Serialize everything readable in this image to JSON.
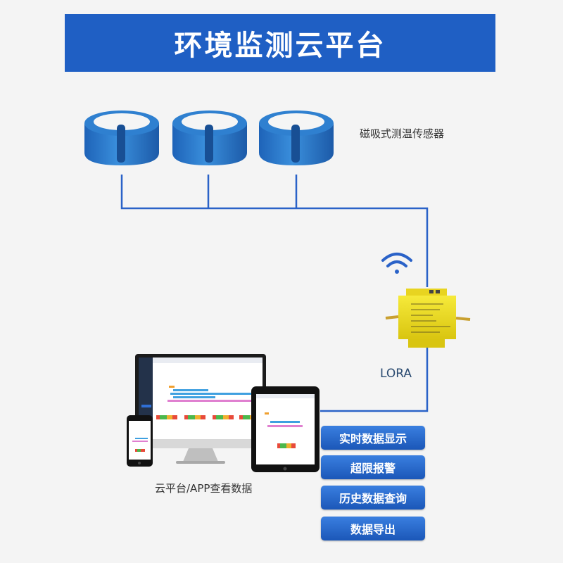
{
  "title": "环境监测云平台",
  "sensor_label": "磁吸式测温传感器",
  "gateway_label": "LORA",
  "platform_caption": "云平台/APP查看数据",
  "features": [
    "实时数据显示",
    "超限报警",
    "历史数据查询",
    "数据导出"
  ],
  "colors": {
    "banner": "#1f5fc4",
    "button": "#2a6fd6",
    "line": "#2a62c8",
    "sensor": "#2a7fd0",
    "gateway": "#f0e020"
  },
  "icons": [
    "wifi-icon",
    "sensor-device",
    "gateway-device",
    "monitor-device",
    "tablet-device",
    "phone-device"
  ]
}
